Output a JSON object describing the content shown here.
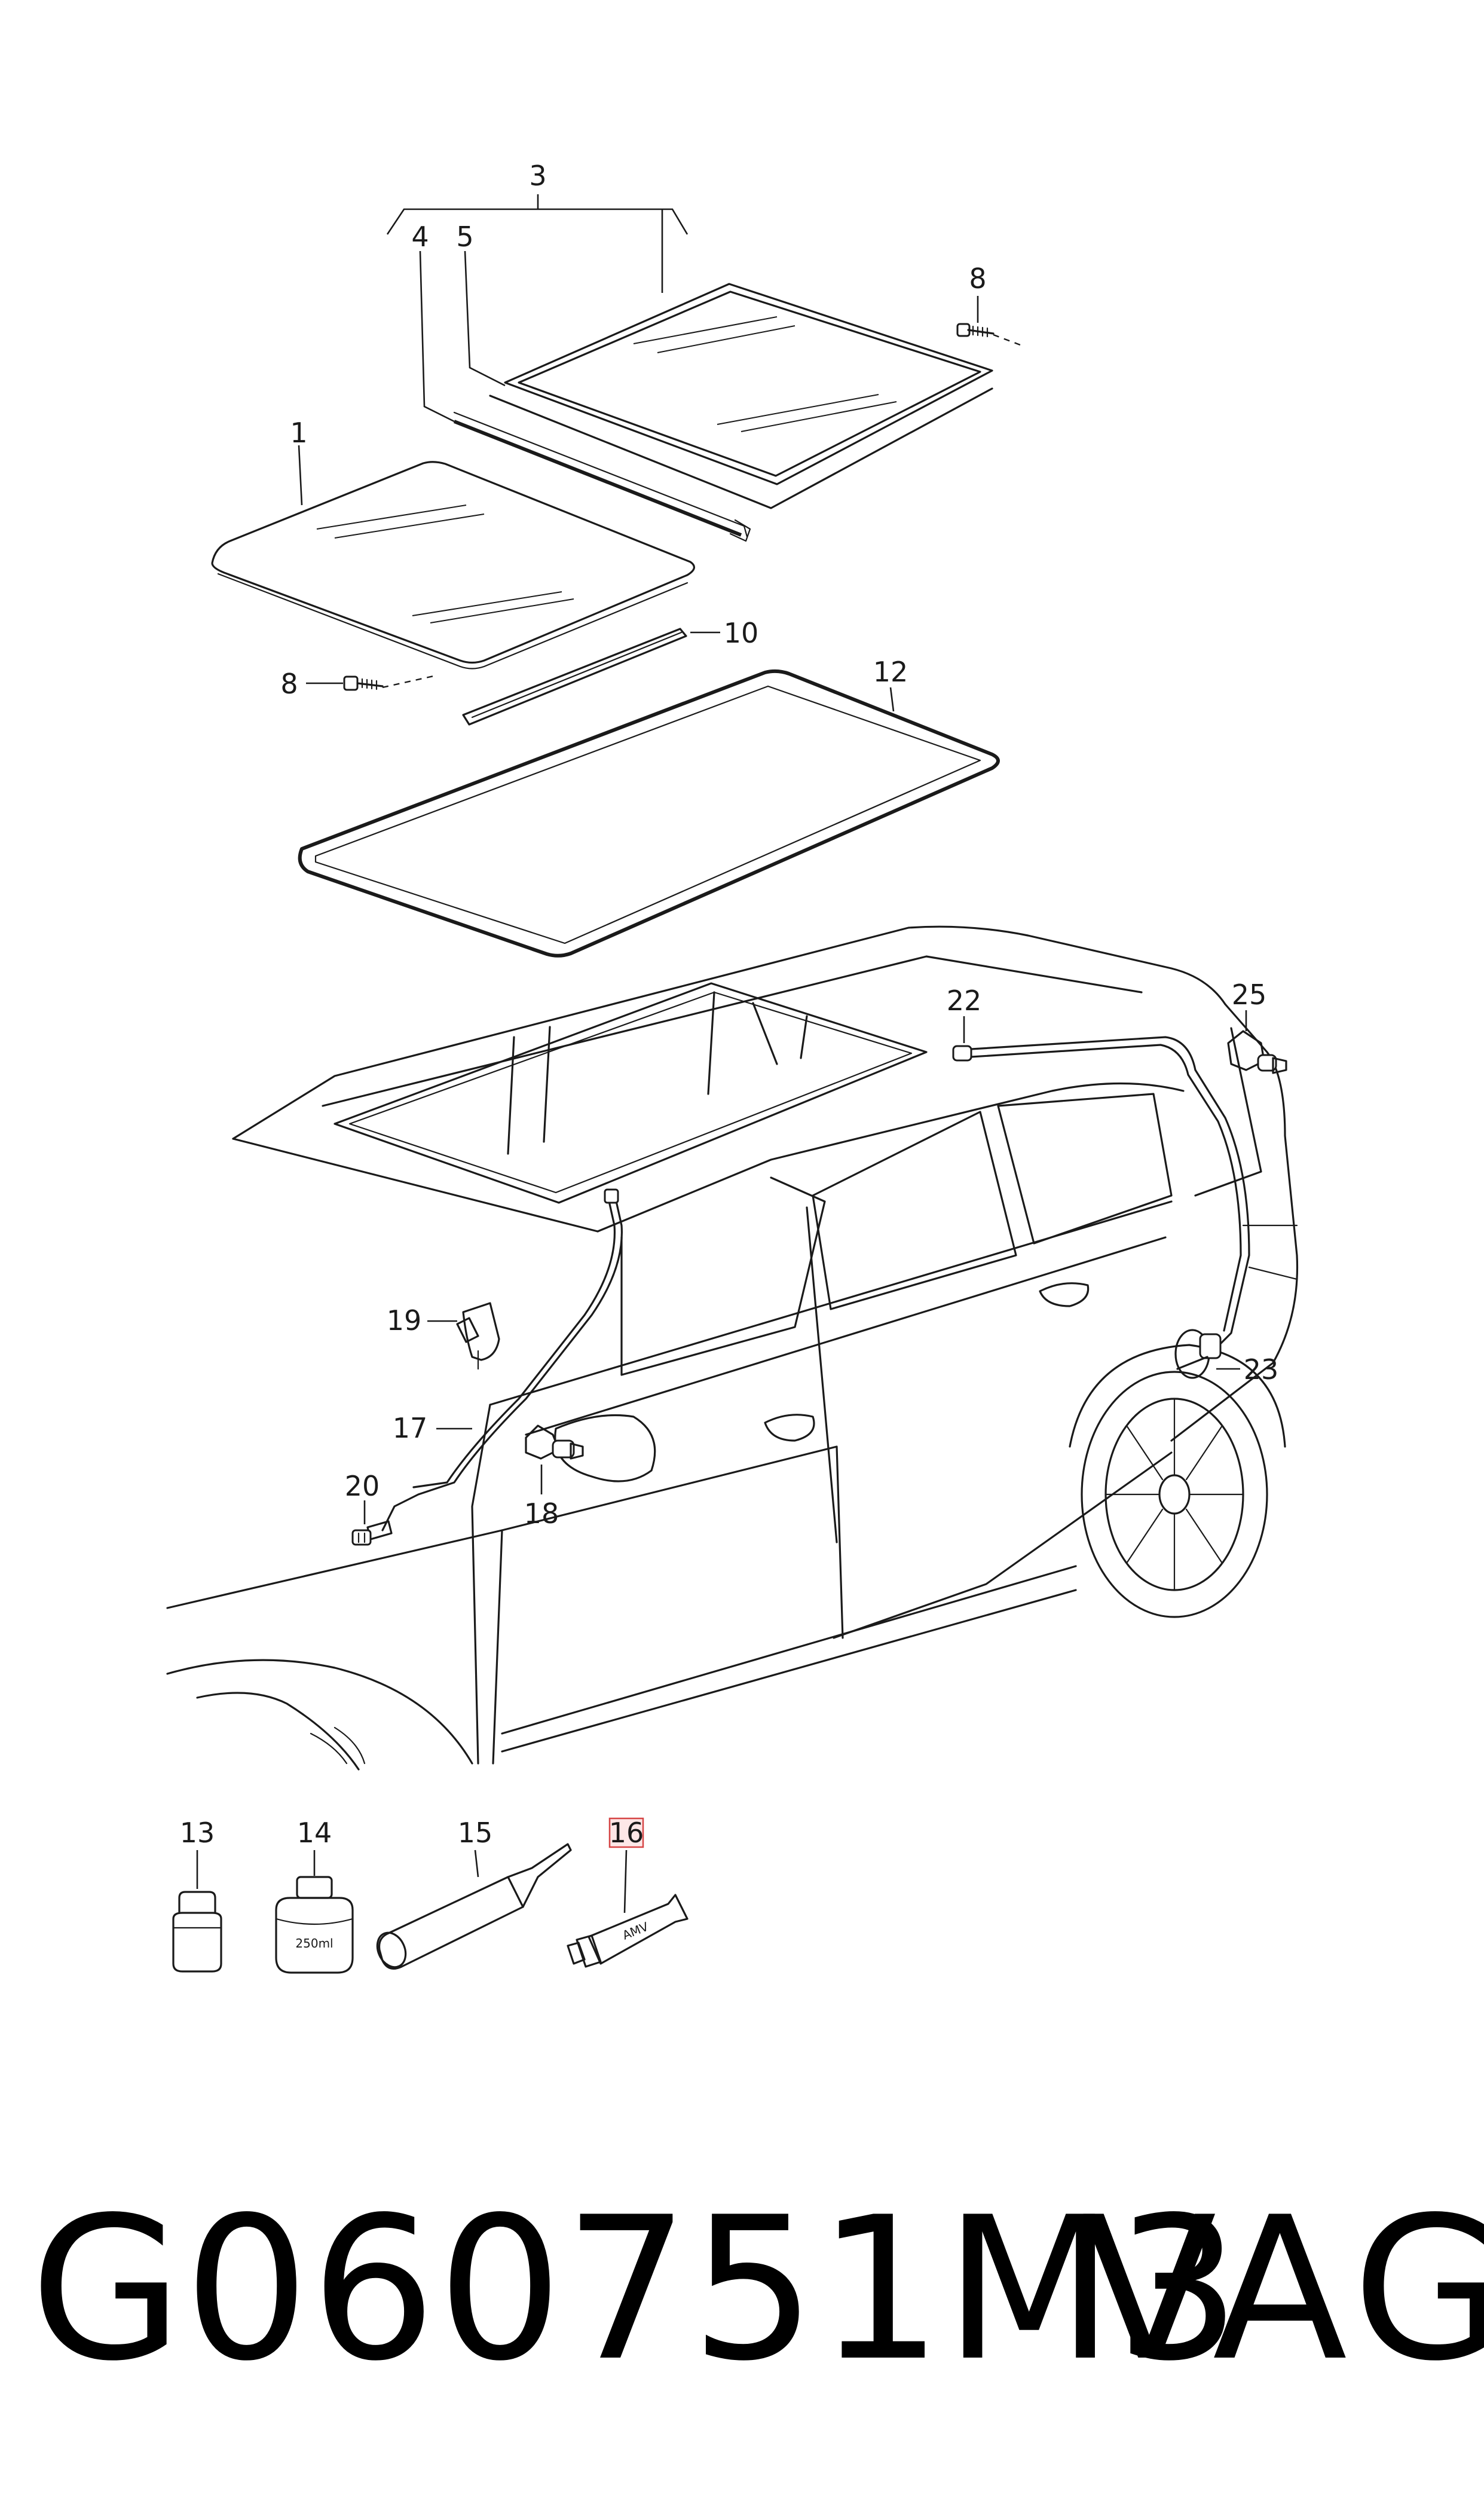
{
  "callouts": {
    "c1": "1",
    "c3": "3",
    "c4": "4",
    "c5": "5",
    "c8a": "8",
    "c8b": "8",
    "c10": "10",
    "c12": "12",
    "c13": "13",
    "c14": "14",
    "c15": "15",
    "c16": "16",
    "c17": "17",
    "c18": "18",
    "c19": "19",
    "c20": "20",
    "c22": "22",
    "c23": "23",
    "c25": "25"
  },
  "part_labels": {
    "bottle_volume": "250ml",
    "tube_brand": "AMV"
  },
  "highlighted_callout": "16",
  "colors": {
    "line": "#1a1a1a",
    "highlight_fill": "#fde7e7",
    "highlight_stroke": "#d64545",
    "background": "#ffffff"
  },
  "footer": {
    "part_number": "G060751M3",
    "brand": "VAG"
  }
}
